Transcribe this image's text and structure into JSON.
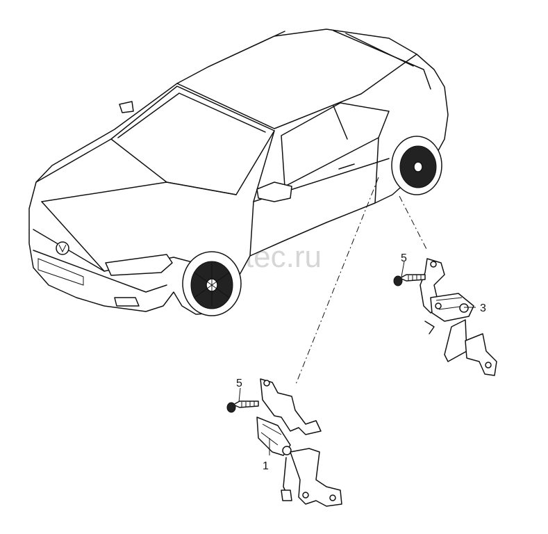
{
  "watermark": "vagtec.ru",
  "callouts": [
    {
      "id": "part-1",
      "label": "1"
    },
    {
      "id": "part-3",
      "label": "3"
    },
    {
      "id": "screw-5-lower",
      "label": "5"
    },
    {
      "id": "screw-5-upper",
      "label": "5"
    }
  ]
}
